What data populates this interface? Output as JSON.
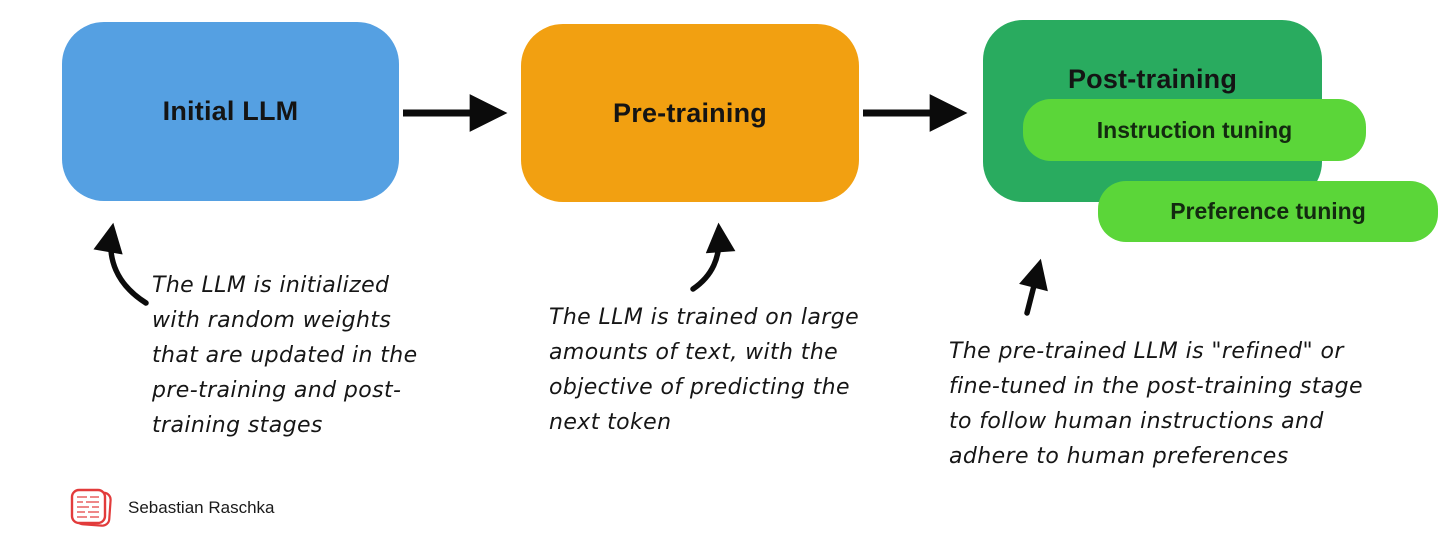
{
  "diagram": {
    "stages": [
      {
        "label": "Initial LLM"
      },
      {
        "label": "Pre-training"
      },
      {
        "label": "Post-training",
        "substages": [
          {
            "label": "Instruction tuning"
          },
          {
            "label": "Preference tuning"
          }
        ]
      }
    ],
    "annotations": [
      {
        "lines": [
          "The LLM is initialized",
          "with random weights",
          "that are updated in the",
          "pre-training and post-",
          "training stages"
        ]
      },
      {
        "lines": [
          "The LLM is trained on large",
          "amounts of text, with the",
          "objective of predicting the",
          "next token"
        ]
      },
      {
        "lines": [
          "The pre-trained LLM is \"refined\" or",
          "fine-tuned in the post-training stage",
          "to follow human instructions and",
          "adhere to human preferences"
        ]
      }
    ]
  },
  "footer": {
    "author": "Sebastian Raschka",
    "logo_icon": "stamp-logo-icon"
  },
  "colors": {
    "blue": "#55A0E2",
    "orange": "#F2A011",
    "green-dark": "#29AB5F",
    "green-light": "#5BD639",
    "arrow": "#0b0b0b",
    "stamp-red": "#E23B3B"
  }
}
